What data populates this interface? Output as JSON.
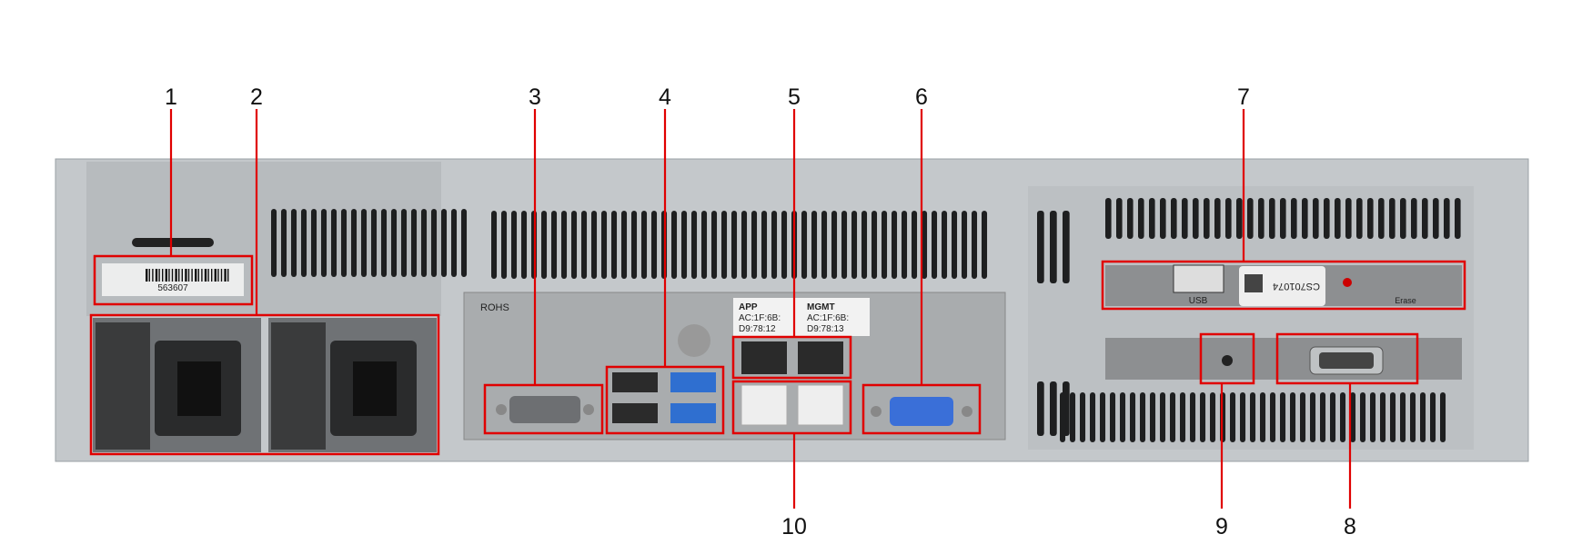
{
  "callouts": {
    "c1": "1",
    "c2": "2",
    "c3": "3",
    "c4": "4",
    "c5": "5",
    "c6": "6",
    "c7": "7",
    "c8": "8",
    "c9": "9",
    "c10": "10"
  },
  "labels": {
    "asset_tag": "563607",
    "io_shield": "ROHS",
    "app_port": "APP",
    "app_mac_1": "AC:1F:6B:",
    "app_mac_2": "D9:78:12",
    "mgmt_port": "MGMT",
    "mgmt_mac_1": "AC:1F:6B:",
    "mgmt_mac_2": "D9:78:13",
    "usb": "USB",
    "serial_sticker": "CS701074",
    "erase": "Erase"
  },
  "colors": {
    "callout_red": "#e00000",
    "chassis": "#c4c8cb",
    "usb3_blue": "#2f6fd0",
    "vga_blue": "#3a6fd8"
  }
}
